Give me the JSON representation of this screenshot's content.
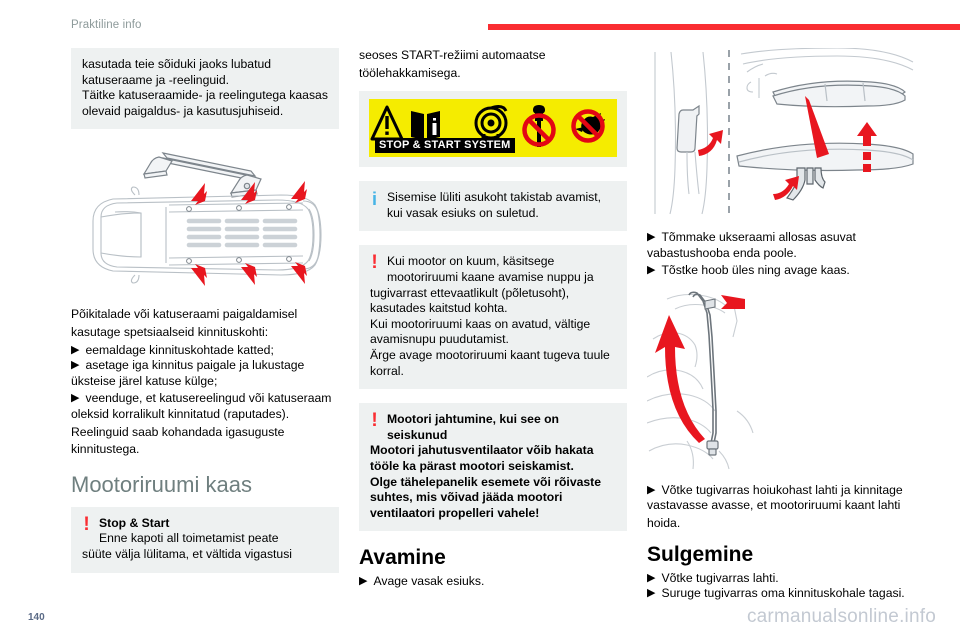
{
  "header": {
    "title": "Praktiline info",
    "rule_color": "#fa2d32"
  },
  "footer": {
    "page_number": "140",
    "watermark": "carmanualsonline.info"
  },
  "left_column": {
    "intro_box": {
      "line1": "kasutada teie sõiduki jaoks lubatud",
      "line2": "katuseraame ja -reelinguid.",
      "line3": "Täitke katuseraamide- ja reelingutega kaasas",
      "line4": "olevaid paigaldus- ja kasutusjuhiseid."
    },
    "figure_roofrack_name": "roof-rack-mounting-points-figure",
    "body": {
      "lead1": "Põikitalade või katuseraami paigaldamisel",
      "lead2": "kasutage spetsiaalseid kinnituskohti:",
      "bullet1": "eemaldage kinnituskohtade katted;",
      "bullet2": "asetage iga kinnitus paigale ja lukustage",
      "bullet2_cont": "üksteise järel katuse külge;",
      "bullet3": "veenduge, et katusereelingud või katuseraam",
      "bullet3_cont": "oleksid korralikult kinnitatud (raputades).",
      "tail1": "Reelinguid saab kohandada igasuguste",
      "tail2": "kinnitustega."
    },
    "heading": "Mootoriruumi kaas",
    "warning_box": {
      "icon": "warning-icon",
      "title": "Stop & Start",
      "line1": "Enne kapoti all toimetamist peate",
      "line2": "süüte välja lülitama, et vältida vigastusi"
    }
  },
  "middle_column": {
    "top_text": {
      "line1": "seoses START-režiimi automaatse",
      "line2": "töölehakkamisega."
    },
    "pictogram": {
      "name": "stop-start-system-pictogram",
      "label": "STOP & START SYSTEM",
      "background": "#f5ec00",
      "icons": [
        "warning-triangle-icon",
        "manual-book-icon",
        "engine-coil-icon",
        "no-tools-icon",
        "no-hand-icon"
      ]
    },
    "info_box": {
      "icon": "info-icon",
      "line1": "Sisemise lüliti asukoht takistab avamist,",
      "line2": "kui vasak esiuks on suletud."
    },
    "warning_box_1": {
      "icon": "warning-icon",
      "line1": "Kui mootor on kuum, käsitsege",
      "line2": "mootoriruumi kaane avamise nuppu ja",
      "line3": "tugivarrast ettevaatlikult (põletusoht),",
      "line4": "kasutades kaitstud kohta.",
      "line5": "Kui mootoriruumi kaas on avatud, vältige",
      "line6": "avamisnupu puudutamist.",
      "line7": "Ärge avage mootoriruumi kaant tugeva tuule",
      "line8": "korral."
    },
    "warning_box_2": {
      "icon": "warning-icon",
      "title1": "Mootori jahtumine, kui see on",
      "title2": "seiskunud",
      "line1": "Mootori jahutusventilaator võib hakata",
      "line2": "tööle ka pärast mootori seiskamist.",
      "line3": "Olge tähelepanelik esemete või rõivaste",
      "line4": "suhtes, mis võivad jääda mootori",
      "line5": "ventilaatori propelleri vahele!"
    },
    "heading": "Avamine",
    "bullet1": "Avage vasak esiuks."
  },
  "right_column": {
    "figure_lever_name": "door-frame-release-lever-figure",
    "bullet1": "Tõmmake ukseraami allosas asuvat",
    "bullet1_cont": "vabastushooba enda poole.",
    "bullet2": "Tõstke hoob üles ning avage kaas.",
    "figure_stay_name": "bonnet-stay-rod-figure",
    "bullet3": "Võtke tugivarras hoiukohast lahti ja kinnitage",
    "bullet3_cont1": "vastavasse avasse, et mootoriruumi kaant lahti",
    "bullet3_cont2": "hoida.",
    "heading": "Sulgemine",
    "bullet4": "Võtke tugivarras lahti.",
    "bullet5": "Suruge tugivarras oma kinnituskohale tagasi."
  }
}
